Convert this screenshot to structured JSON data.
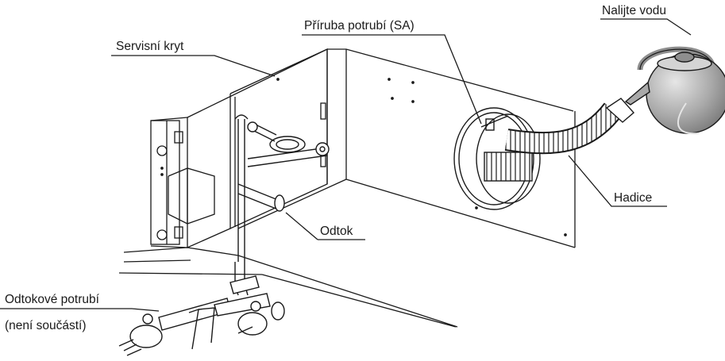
{
  "labels": {
    "service_cover": "Servisní kryt",
    "duct_flange": "Příruba potrubí (SA)",
    "pour_water": "Nalijte vodu",
    "hose": "Hadice",
    "drain": "Odtok",
    "drain_pipe": "Odtokové potrubí",
    "not_included": "(není součástí)"
  },
  "colors": {
    "line": "#1a1a1a",
    "kettle_body": "#a9a9a9",
    "kettle_highlight": "#e6e6e6",
    "kettle_dark": "#6f6f6f",
    "handle": "#8e8e8e"
  },
  "icons": {
    "kettle": "kettle-icon",
    "hose": "corrugated-hose-icon"
  }
}
